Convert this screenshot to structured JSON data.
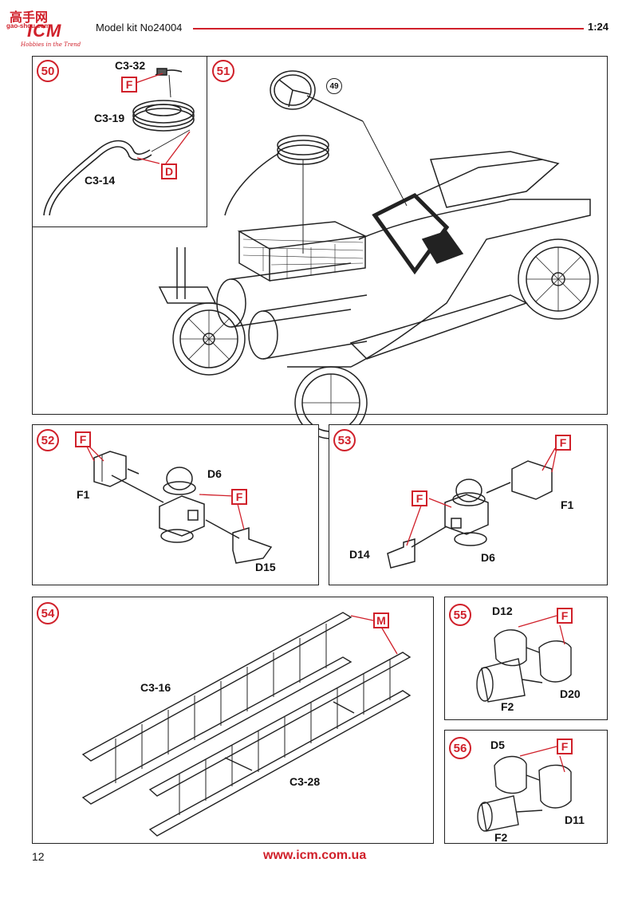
{
  "header": {
    "logo_top": "高手网",
    "logo_sub": "gao-shou.com",
    "logo_main": "ICM",
    "logo_tagline": "Hobbies in the Trend",
    "model_kit": "Model kit No24004",
    "scale": "1:24"
  },
  "steps": {
    "s50": {
      "number": "50",
      "labels": [
        "C3-32",
        "C3-19",
        "C3-14"
      ],
      "flags": [
        "F",
        "D"
      ]
    },
    "s51": {
      "number": "51",
      "ref": "49"
    },
    "s52": {
      "number": "52",
      "labels": [
        "D6",
        "F1",
        "D15"
      ],
      "flags": [
        "F",
        "F"
      ]
    },
    "s53": {
      "number": "53",
      "labels": [
        "F1",
        "D14",
        "D6"
      ],
      "flags": [
        "F",
        "F"
      ]
    },
    "s54": {
      "number": "54",
      "labels": [
        "C3-16",
        "C3-28"
      ],
      "flags": [
        "M"
      ]
    },
    "s55": {
      "number": "55",
      "labels": [
        "D12",
        "D20",
        "F2"
      ],
      "flags": [
        "F"
      ]
    },
    "s56": {
      "number": "56",
      "labels": [
        "D5",
        "D11",
        "F2"
      ],
      "flags": [
        "F"
      ]
    }
  },
  "footer": {
    "page_number": "12",
    "website": "www.icm.com.ua"
  },
  "colors": {
    "accent": "#d0202a",
    "ink": "#222222"
  }
}
